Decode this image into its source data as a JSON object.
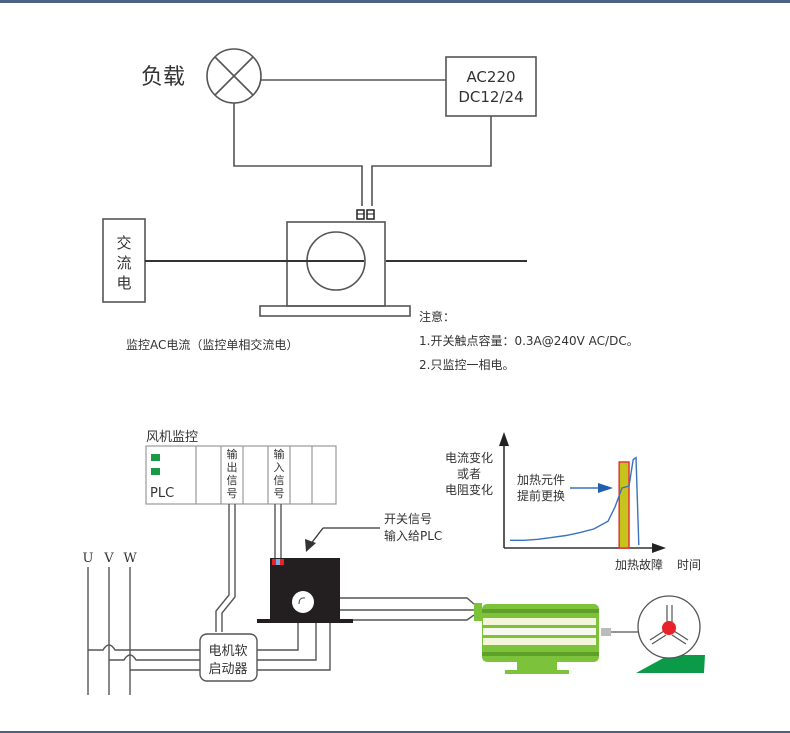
{
  "top_diagram": {
    "load_label": "负载",
    "power_line1": "AC220",
    "power_line2": "DC12/24",
    "ac_source": [
      "交",
      "流",
      "电"
    ],
    "caption": "监控AC电流（监控单相交流电）",
    "notes_title": "注意：",
    "notes": [
      "1.开关触点容量：0.3A@240V AC/DC。",
      "2.只监控一相电。"
    ]
  },
  "bottom_diagram": {
    "title": "风机监控",
    "plc_label": "PLC",
    "output_signal": [
      "输",
      "出",
      "信",
      "号"
    ],
    "input_signal": [
      "输",
      "入",
      "信",
      "号"
    ],
    "switch_signal_line1": "开关信号",
    "switch_signal_line2": "输入给PLC",
    "phases": [
      "U",
      "V",
      "W"
    ],
    "soft_starter_line1": "电机软",
    "soft_starter_line2": "启动器"
  },
  "chart_data": {
    "type": "line",
    "ylabel_lines": [
      "电流变化",
      "或者",
      "电阻变化"
    ],
    "xlabel": "时间",
    "annotation_fault": "加热故障",
    "annotation_replace_lines": [
      "加热元件",
      "提前更换"
    ],
    "series": [
      {
        "name": "current",
        "x": [
          0,
          10,
          20,
          30,
          40,
          50,
          60,
          70,
          75,
          80,
          85,
          88,
          90,
          92
        ],
        "y": [
          5,
          5,
          6,
          8,
          10,
          13,
          17,
          25,
          40,
          60,
          62,
          90,
          92,
          0
        ]
      }
    ],
    "xlim": [
      0,
      100
    ],
    "ylim": [
      0,
      100
    ],
    "highlight_x": [
      78,
      85
    ]
  },
  "colors": {
    "line": "#555555",
    "frame": "#4d6284",
    "motor_green": "#7cc23a",
    "fan_base": "#0a9a48",
    "hub_red": "#e8212a",
    "highlight_fill": "#c6c41c",
    "highlight_stroke": "#e8303a",
    "curve_blue": "#3a72c0",
    "led_green": "#1b9a46"
  }
}
